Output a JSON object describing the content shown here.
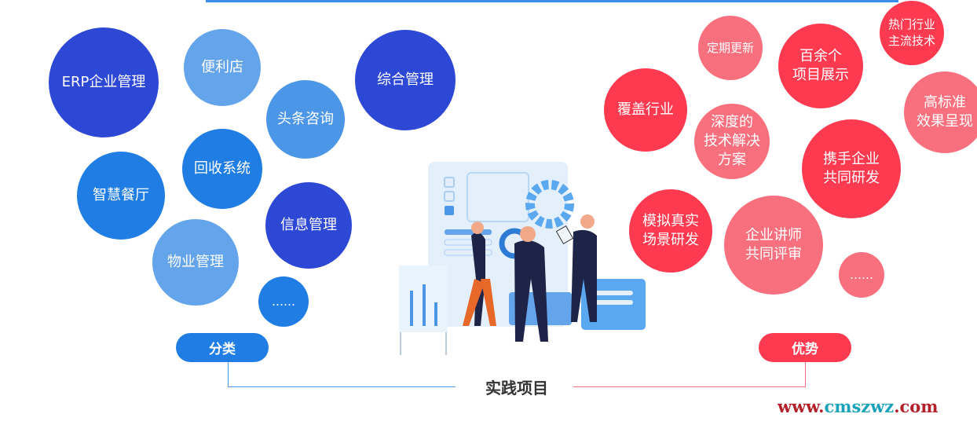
{
  "left": {
    "label": "分类",
    "color": "#1f7de3",
    "items": [
      {
        "text": "ERP企业管理",
        "color": "#2e48d6"
      },
      {
        "text": "便利店",
        "color": "#63a4ea"
      },
      {
        "text": "头条咨询",
        "color": "#4b96e6"
      },
      {
        "text": "综合管理",
        "color": "#2e48d6"
      },
      {
        "text": "回收系统",
        "color": "#1f7de3"
      },
      {
        "text": "智慧餐厅",
        "color": "#1f7de3"
      },
      {
        "text": "信息管理",
        "color": "#2e48d6"
      },
      {
        "text": "物业管理",
        "color": "#63a4ea"
      },
      {
        "text": "……",
        "color": "#1f7de3"
      }
    ]
  },
  "right": {
    "label": "优势",
    "color": "#fd3a4f",
    "items": [
      {
        "text": "定期更新",
        "color": "#f8707e"
      },
      {
        "text": "百余个\n项目展示",
        "color": "#fd3a4f"
      },
      {
        "text": "热门行业\n主流技术",
        "color": "#fd3a4f"
      },
      {
        "text": "覆盖行业",
        "color": "#fd3a4f"
      },
      {
        "text": "深度的\n技术解决\n方案",
        "color": "#f8707e"
      },
      {
        "text": "高标准\n效果呈现",
        "color": "#f8707e"
      },
      {
        "text": "携手企业\n共同研发",
        "color": "#fd3a4f"
      },
      {
        "text": "模拟真实\n场景研发",
        "color": "#fd3a4f"
      },
      {
        "text": "企业讲师\n共同评审",
        "color": "#f8707e"
      },
      {
        "text": "……",
        "color": "#f8707e"
      }
    ]
  },
  "center": {
    "title": "实践项目"
  },
  "watermark": {
    "prefix": "www.",
    "mid": "cmszwz",
    "suffix": ".com"
  }
}
